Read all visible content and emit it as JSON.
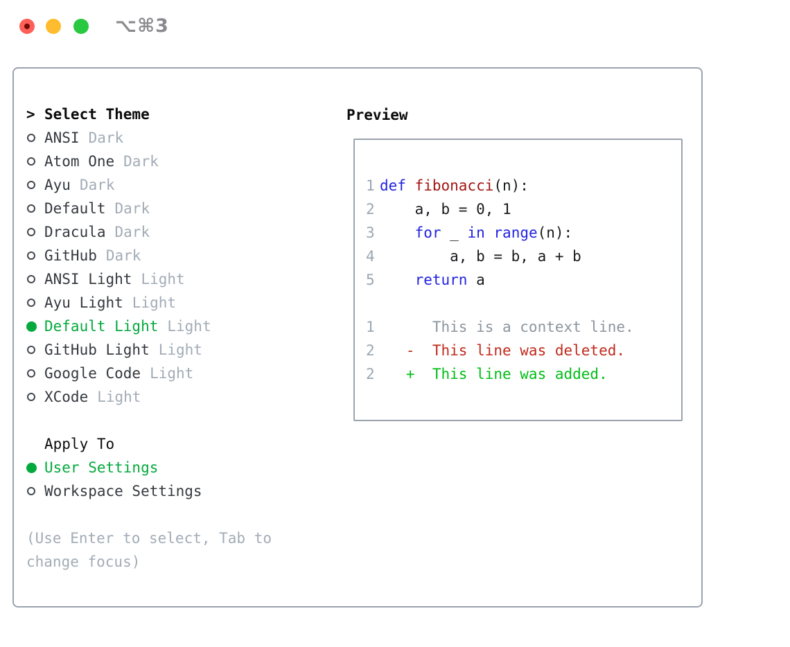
{
  "window": {
    "title": "⌥⌘3"
  },
  "titlebar": {
    "lights": [
      "close",
      "minimize",
      "zoom"
    ]
  },
  "theme_panel": {
    "prompt": ">",
    "header": "Select Theme",
    "items": [
      {
        "name": "ANSI",
        "tag": "Dark",
        "selected": false
      },
      {
        "name": "Atom One",
        "tag": "Dark",
        "selected": false
      },
      {
        "name": "Ayu",
        "tag": "Dark",
        "selected": false
      },
      {
        "name": "Default",
        "tag": "Dark",
        "selected": false
      },
      {
        "name": "Dracula",
        "tag": "Dark",
        "selected": false
      },
      {
        "name": "GitHub",
        "tag": "Dark",
        "selected": false
      },
      {
        "name": "ANSI Light",
        "tag": "Light",
        "selected": false
      },
      {
        "name": "Ayu Light",
        "tag": "Light",
        "selected": false
      },
      {
        "name": "Default Light",
        "tag": "Light",
        "selected": true
      },
      {
        "name": "GitHub Light",
        "tag": "Light",
        "selected": false
      },
      {
        "name": "Google Code",
        "tag": "Light",
        "selected": false
      },
      {
        "name": "XCode",
        "tag": "Light",
        "selected": false
      }
    ]
  },
  "apply_panel": {
    "header": "Apply To",
    "options": [
      {
        "name": "User Settings",
        "selected": true
      },
      {
        "name": "Workspace Settings",
        "selected": false
      }
    ]
  },
  "help_text": "(Use Enter to select, Tab to change focus)",
  "preview": {
    "header": "Preview",
    "code_lines": [
      {
        "num": "1",
        "segments": [
          {
            "text": "def ",
            "color": "keyword"
          },
          {
            "text": "fibonacci",
            "color": "function"
          },
          {
            "text": "(n):",
            "color": "default"
          }
        ]
      },
      {
        "num": "2",
        "segments": [
          {
            "text": "    a, b = 0, 1",
            "color": "default"
          }
        ]
      },
      {
        "num": "3",
        "segments": [
          {
            "text": "    ",
            "color": "default"
          },
          {
            "text": "for",
            "color": "keyword"
          },
          {
            "text": " _ ",
            "color": "default"
          },
          {
            "text": "in",
            "color": "keyword"
          },
          {
            "text": " ",
            "color": "default"
          },
          {
            "text": "range",
            "color": "keyword"
          },
          {
            "text": "(n):",
            "color": "default"
          }
        ]
      },
      {
        "num": "4",
        "segments": [
          {
            "text": "        a, b = b, a + b",
            "color": "default"
          }
        ]
      },
      {
        "num": "5",
        "segments": [
          {
            "text": "    ",
            "color": "default"
          },
          {
            "text": "return",
            "color": "keyword"
          },
          {
            "text": " a",
            "color": "default"
          }
        ]
      },
      {
        "num": "",
        "segments": []
      },
      {
        "num": "1",
        "segments": [
          {
            "text": "      This is a context line.",
            "color": "context"
          }
        ]
      },
      {
        "num": "2",
        "segments": [
          {
            "text": "   -  This line was deleted.",
            "color": "deleted"
          }
        ]
      },
      {
        "num": "2",
        "segments": [
          {
            "text": "   +  This line was added.",
            "color": "added"
          }
        ]
      }
    ]
  },
  "colors": {
    "tl_red": "#ff5f57",
    "tl_yellow": "#febc2e",
    "tl_green": "#28c840",
    "title_gray": "#8a8a8e",
    "frame_border": "#9aa3ae",
    "item_text": "#34383e",
    "dim": "#a2abb6",
    "ui_green": "#04a93c",
    "kw_blue": "#2222e0",
    "fn_red": "#a31515",
    "code_text": "#17191c",
    "line_num": "#9aa5b2",
    "context_gray": "#8b949e",
    "del_red": "#c02a1c",
    "add_green": "#00bd16"
  }
}
